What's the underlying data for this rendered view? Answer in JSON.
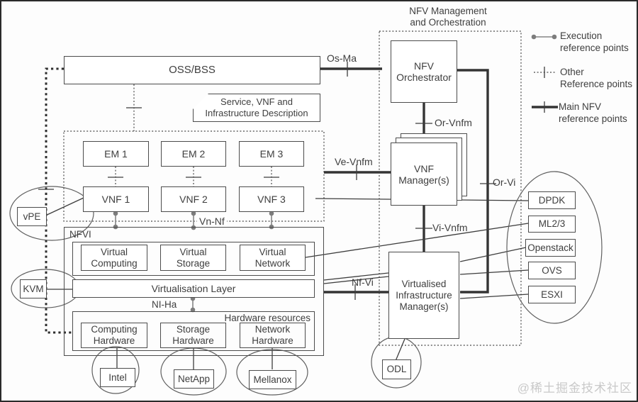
{
  "top": {
    "oss_bss": "OSS/BSS",
    "service_desc": "Service, VNF and\nInfrastructure Description"
  },
  "em_row": [
    "EM 1",
    "EM 2",
    "EM 3"
  ],
  "vnf_row": [
    "VNF 1",
    "VNF 2",
    "VNF 3"
  ],
  "nfvi": {
    "label": "NFVI",
    "virtual": [
      "Virtual\nComputing",
      "Virtual\nStorage",
      "Virtual\nNetwork"
    ],
    "virtualisation_layer": "Virtualisation Layer",
    "hardware_resources": "Hardware resources",
    "hardware": [
      "Computing\nHardware",
      "Storage\nHardware",
      "Network\nHardware"
    ]
  },
  "mano": {
    "title": "NFV Management\nand Orchestration",
    "orchestrator": "NFV\nOrchestrator",
    "vnf_manager": "VNF\nManager(s)",
    "vim": "Virtualised\nInfrastructure\nManager(s)"
  },
  "ref_points": {
    "os_ma": "Os-Ma",
    "ve_vnfm": "Ve-Vnfm",
    "vn_nf": "Vn-Nf",
    "ni_ha": "NI-Ha",
    "nf_vi": "Nf-Vi",
    "or_vnfm": "Or-Vnfm",
    "or_vi": "Or-Vi",
    "vi_vnfm": "Vi-Vnfm"
  },
  "side": {
    "vpe": "vPE",
    "kvm": "KVM",
    "odl": "ODL"
  },
  "vendors": [
    "Intel",
    "NetApp",
    "Mellanox"
  ],
  "products": [
    "DPDK",
    "ML2/3",
    "Openstack",
    "OVS",
    "ESXI"
  ],
  "legend": {
    "execution": "Execution\nreference points",
    "other": "Other\nReference points",
    "main": "Main NFV\nreference points"
  },
  "watermark": "@稀土掘金技术社区",
  "colors": {
    "line": "#3d3d3d",
    "gray": "#858585",
    "watermark": "#c9c9c9"
  }
}
